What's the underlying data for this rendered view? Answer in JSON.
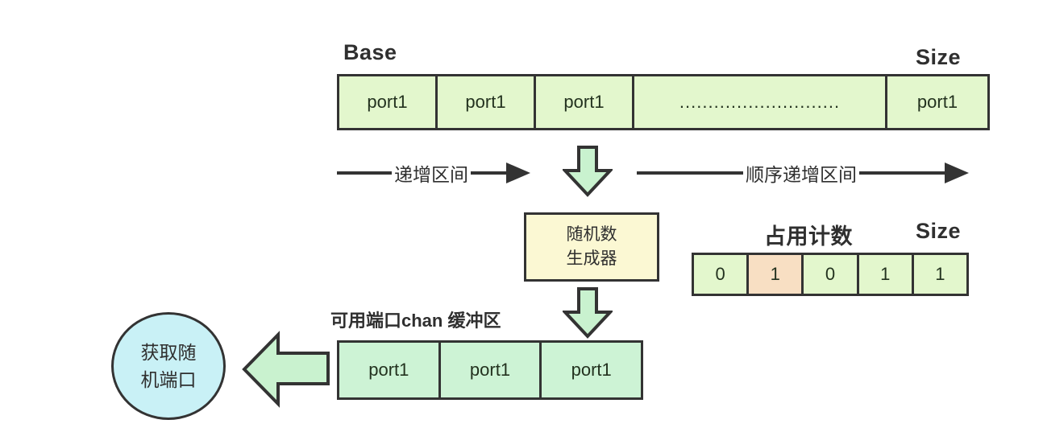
{
  "diagram": {
    "top_array": {
      "base_label": "Base",
      "size_label": "Size",
      "cells": [
        "port1",
        "port1",
        "port1",
        "............................",
        "port1"
      ]
    },
    "flow_labels": {
      "increment_range": "递增区间",
      "sequential_increment_range": "顺序递增区间"
    },
    "random_generator": {
      "line1": "随机数",
      "line2": "生成器"
    },
    "occupancy_counter": {
      "title": "占用计数",
      "size_label": "Size",
      "cells": [
        {
          "value": "0",
          "highlighted": false
        },
        {
          "value": "1",
          "highlighted": true
        },
        {
          "value": "0",
          "highlighted": false
        },
        {
          "value": "1",
          "highlighted": false
        },
        {
          "value": "1",
          "highlighted": false
        }
      ]
    },
    "port_buffer": {
      "title": "可用端口chan 缓冲区",
      "cells": [
        "port1",
        "port1",
        "port1"
      ]
    },
    "get_random_port": {
      "line1": "获取随",
      "line2": "机端口"
    }
  },
  "colors": {
    "cell-green": "#e3f7cd",
    "cell-mint": "#cdf3d5",
    "cell-orange": "#f8dfc3",
    "box-yellow": "#fbf8d3",
    "circle-cyan": "#c9f1f6",
    "arrow-green": "#c9f2cf",
    "line-dark": "#333333",
    "text-dark": "#2f2f2f"
  }
}
